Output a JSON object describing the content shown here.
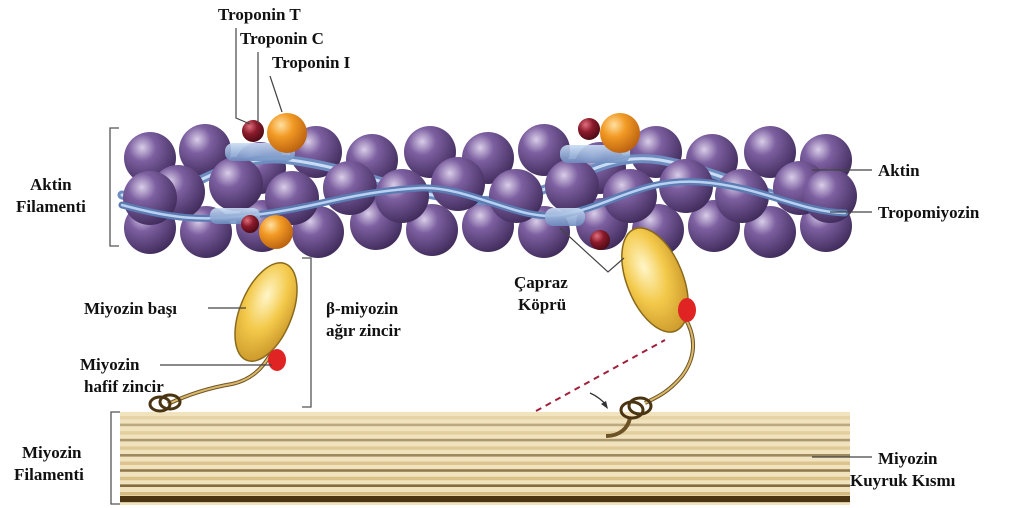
{
  "labels": {
    "troponin_t": "Troponin T",
    "troponin_c": "Troponin C",
    "troponin_i": "Troponin I",
    "aktin_filamenti_1": "Aktin",
    "aktin_filamenti_2": "Filamenti",
    "aktin": "Aktin",
    "tropomiyozin": "Tropomiyozin",
    "capraz_1": "Çapraz",
    "capraz_2": "Köprü",
    "miyozin_basi": "Miyozin başı",
    "beta_miyozin_1": "β-miyozin",
    "beta_miyozin_2": "ağır zincir",
    "hafif_zincir_1": "Miyozin",
    "hafif_zincir_2": "hafif zincir",
    "miyozin_filamenti_1": "Miyozin",
    "miyozin_filamenti_2": "Filamenti",
    "kuyruk_1": "Miyozin",
    "kuyruk_2": "Kuyruk Kısmı"
  },
  "colors": {
    "actin_bead": "#6a4f8c",
    "actin_bead_dark": "#3f2b5a",
    "actin_highlight": "#d9cde8",
    "tropomyosin": "#8aa8d6",
    "troponin_t": "#8b1a2b",
    "troponin_c": "#ee8a1a",
    "troponin_i": "#d9761a",
    "myosin_head": "#f3c94a",
    "myosin_head_dark": "#c9962a",
    "light_chain": "#e02424",
    "thick_filament": "#e8d4a0",
    "thick_filament_dark": "#6e5326",
    "dashed_line": "#a0203a"
  }
}
